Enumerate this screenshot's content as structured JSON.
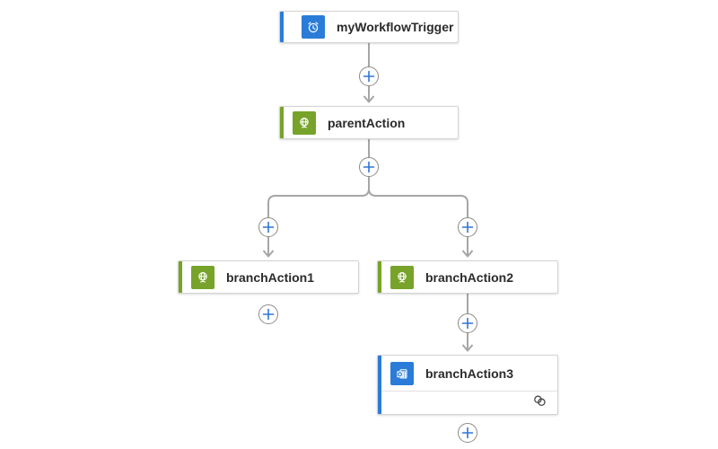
{
  "app": {
    "name": "workflow-designer-canvas"
  },
  "colors": {
    "canvas_bg": "#ffffff",
    "connector_line": "#a8a6a4",
    "plus_sign": "#2f76d6",
    "plus_border": "#8c8a88",
    "card_border": "#d6d4d2",
    "card_text": "#2b2b2b",
    "trigger_accent": "#2b7cd8",
    "action_accent": "#77a32a",
    "connection_icon_color": "#4a4846"
  },
  "nodes": {
    "trigger": {
      "label": "myWorkflowTrigger",
      "icon": "recurrence-clock-icon",
      "accent": "#2b7cd8"
    },
    "parent": {
      "label": "parentAction",
      "icon": "http-globe-icon",
      "accent": "#77a32a"
    },
    "branch1": {
      "label": "branchAction1",
      "icon": "http-globe-icon",
      "accent": "#77a32a"
    },
    "branch2": {
      "label": "branchAction2",
      "icon": "http-globe-icon",
      "accent": "#77a32a"
    },
    "branch3": {
      "label": "branchAction3",
      "icon": "outlook-mail-icon",
      "accent": "#2b7cd8",
      "footer_icon": "connection-icon"
    }
  },
  "edges": [
    "trigger -> parentAction",
    "parentAction -> branchAction1",
    "parentAction -> branchAction2",
    "branchAction2 -> branchAction3"
  ],
  "plus": {
    "glyph": "+"
  }
}
